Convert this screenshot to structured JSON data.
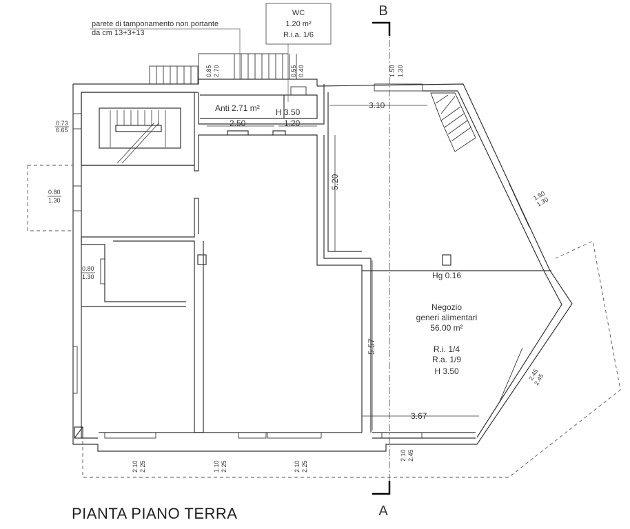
{
  "title": "PIANTA PIANO TERRA",
  "section_marks": {
    "top": "B",
    "bottom": "A"
  },
  "note": {
    "line1": "parete di tamponamento non portante",
    "line2": "da cm 13+3+13"
  },
  "wc_box": {
    "name": "WC",
    "area": "1.20 m²",
    "ratio": "R.i.a. 1/6"
  },
  "anti": {
    "label": "Anti 2.71 m²",
    "height": "H 3.50"
  },
  "shop": {
    "name_line1": "Negozio",
    "name_line2": "generi alimentari",
    "area": "56.00 m²",
    "ri": "R.i. 1/4",
    "ra": "R.a. 1/9",
    "height": "H 3.50",
    "hg": "Hg 0.16"
  },
  "dims": {
    "d250": "2.50",
    "d120": "1.20",
    "d310": "3.10",
    "d520": "5.20",
    "d557": "5.57",
    "d367": "3.67"
  },
  "openings": {
    "top_a_1": "0.85",
    "top_a_2": "2.70",
    "top_b_1": "0.55",
    "top_b_2": "0.40",
    "top_c_1": "1.50",
    "top_c_2": "1.30",
    "left_a_1": "0.73",
    "left_a_2": "6.65",
    "left_b_1": "0.80",
    "left_b_2": "1.30",
    "left_c_1": "0.80",
    "left_c_2": "1.30",
    "diag_a_1": "1.50",
    "diag_a_2": "1.30",
    "diag_b_1": "2.45",
    "diag_b_2": "2.45",
    "bot_a_1": "2.10",
    "bot_a_2": "2.25",
    "bot_b_1": "1.10",
    "bot_b_2": "2.25",
    "bot_c_1": "2.10",
    "bot_c_2": "2.25",
    "bot_d_1": "2.10",
    "bot_d_2": "2.45"
  }
}
